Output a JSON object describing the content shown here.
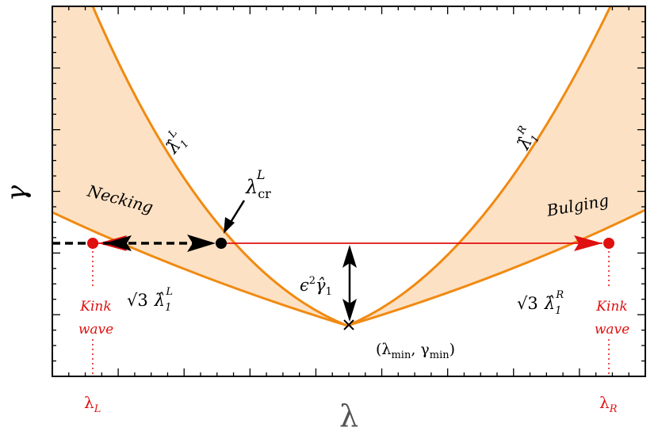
{
  "axes": {
    "x_label": "λ",
    "y_label": "γ"
  },
  "tick_labels": {
    "lambda_L": {
      "main": "λ",
      "sub": "L"
    },
    "lambda_R": {
      "main": "λ",
      "sub": "R"
    }
  },
  "regions": {
    "left": "Necking",
    "right": "Bulging"
  },
  "curve_labels": {
    "upper_left": {
      "main": "λ̂",
      "sub": "1",
      "sup": "L"
    },
    "upper_right": {
      "main": "λ̂",
      "sub": "1",
      "sup": "R"
    },
    "lower_left": {
      "prefix": "√3",
      "main": "λ̂",
      "sub": "1",
      "sup": "L"
    },
    "lower_right": {
      "prefix": "√3",
      "main": "λ̂",
      "sub": "1",
      "sup": "R"
    }
  },
  "annotations": {
    "lambda_cr": {
      "main": "λ",
      "sub": "cr",
      "sup": "L"
    },
    "gap": {
      "eps": "ϵ",
      "eps_sup": "2",
      "gamma": "γ̂",
      "gamma_sub": "1"
    },
    "minimum": {
      "open": "(λ",
      "sub1": "min",
      "mid": ", γ",
      "sub2": "min",
      "close": ")"
    },
    "kink_left": [
      "Kink",
      "wave"
    ],
    "kink_right": [
      "Kink",
      "wave"
    ]
  },
  "colors": {
    "curve": "#f08a12",
    "fill": "#fde1c4",
    "highlight": "#e01010",
    "ink": "#000000",
    "axis_label": "#555555"
  }
}
